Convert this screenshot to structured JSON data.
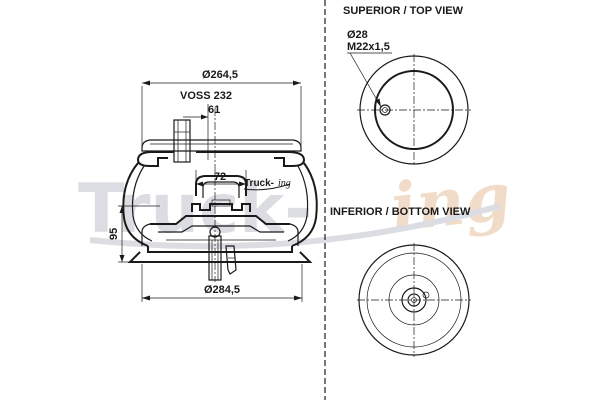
{
  "watermark": {
    "main_text": "Truck-",
    "script_text": "ing"
  },
  "side_view": {
    "top_diameter": "Ø264,5",
    "bottom_diameter": "Ø284,5",
    "connector": "VOSS 232",
    "stud_offset": "61",
    "center_spacing": "72",
    "height": "95"
  },
  "logo": {
    "main_text": "Truck-",
    "script_text": "ing"
  },
  "top_view": {
    "title": "SUPERIOR / TOP VIEW",
    "hole_diameter": "Ø28",
    "thread": "M22x1,5"
  },
  "bottom_view": {
    "title": "INFERIOR / BOTTOM VIEW"
  },
  "colors": {
    "line": "#1a1a1a",
    "watermark_gray": "#dcdde3",
    "watermark_orange": "#f0dcc8"
  }
}
